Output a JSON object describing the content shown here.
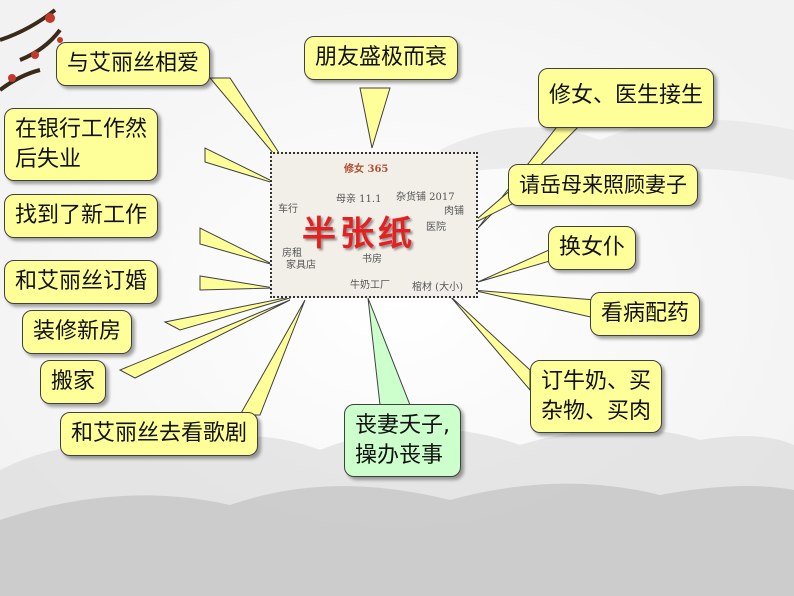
{
  "center": {
    "title": "半张纸",
    "scribbles": [
      "修女 365",
      "母亲 11.1",
      "杂货铺 2017",
      "医院",
      "车行",
      "肉铺",
      "房租",
      "家具店",
      "书房",
      "牛奶工厂",
      "棺材 (大小)"
    ]
  },
  "bubbles": {
    "love": "与艾丽丝相爱",
    "friends": "朋友盛极而衰",
    "nun_doctor": "修女、医生接生",
    "bank": [
      "在银行工作然",
      "后失业"
    ],
    "mother_in_law": "请岳母来照顾妻子",
    "new_job": "找到了新工作",
    "maid": "换女仆",
    "engaged": "和艾丽丝订婚",
    "medicine": "看病配药",
    "renovate": "装修新房",
    "move": "搬家",
    "milk": [
      "订牛奶、买",
      "杂物、买肉"
    ],
    "opera": "和艾丽丝去看歌剧",
    "funeral": [
      "丧妻夭子,",
      "操办丧事"
    ]
  },
  "colors": {
    "bubble": "#ffff99",
    "bubble_green": "#ccffcc",
    "title": "#e62020"
  }
}
